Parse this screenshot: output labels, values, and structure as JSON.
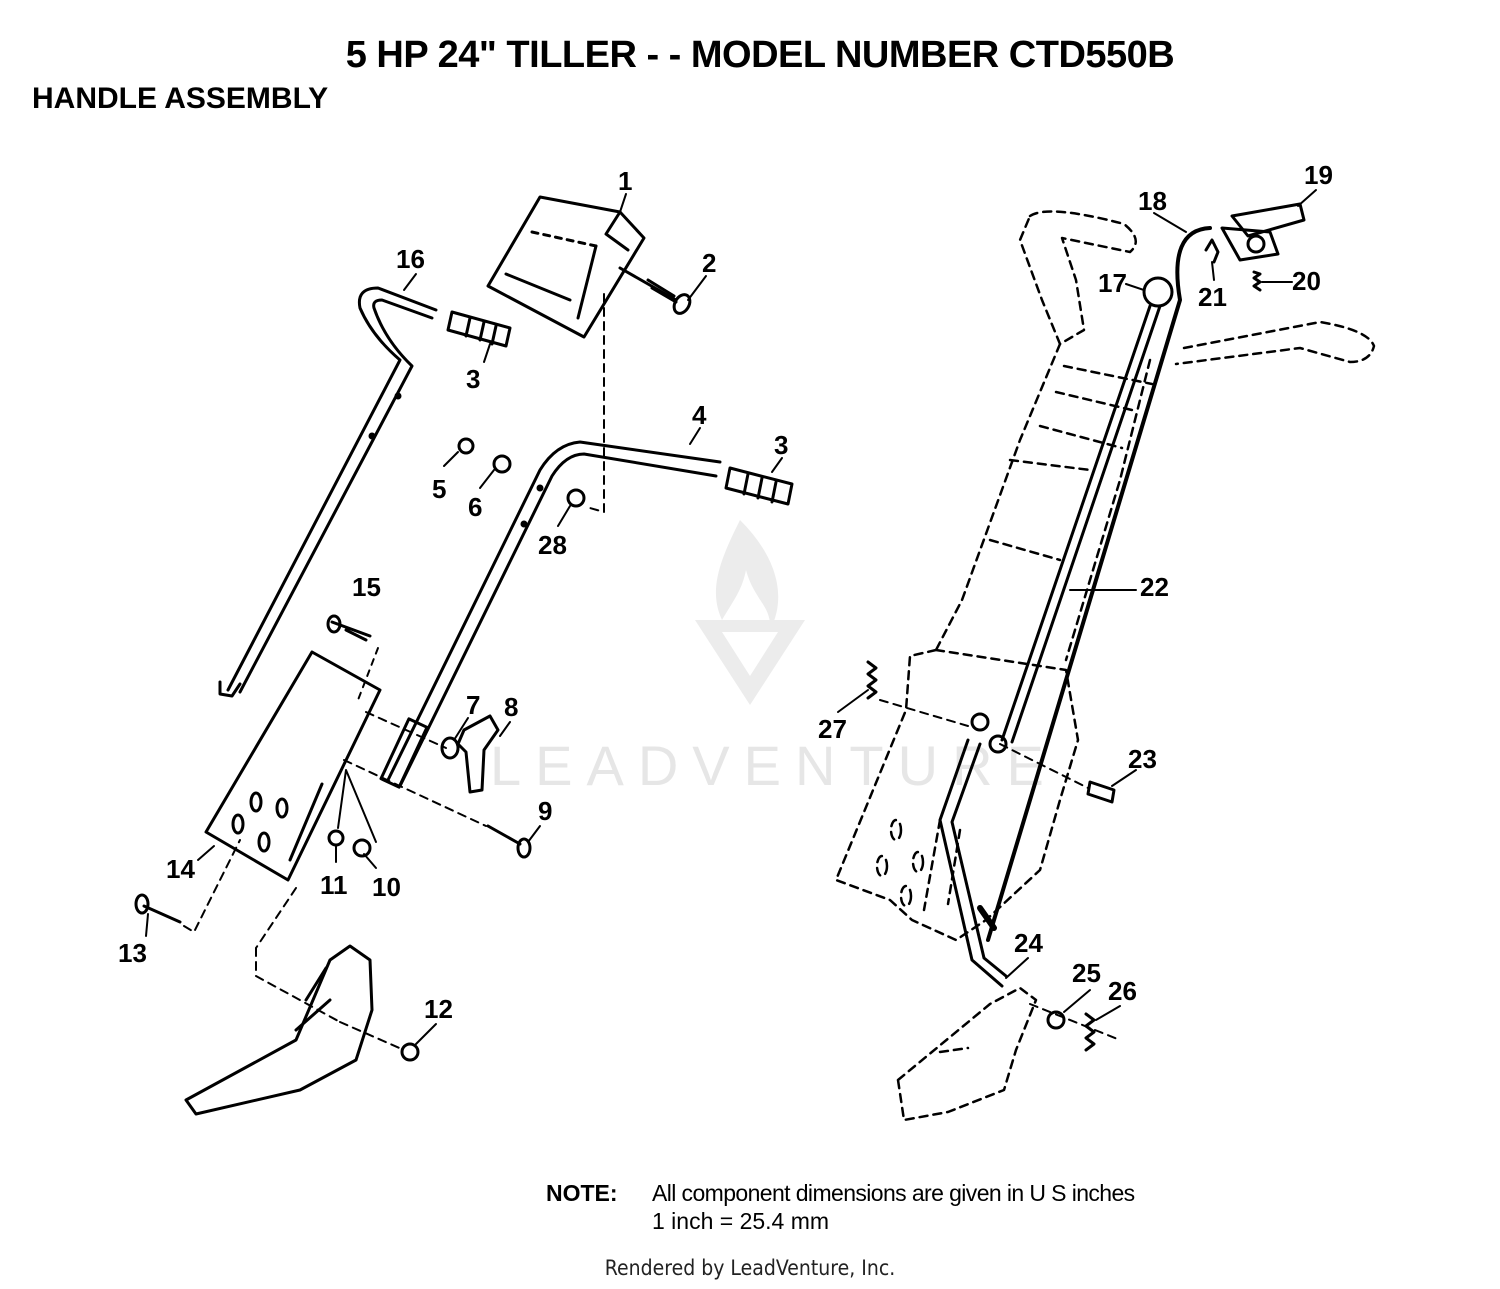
{
  "header": {
    "title": "5 HP 24\" TILLER - - MODEL NUMBER CTD550B",
    "subtitle": "HANDLE ASSEMBLY"
  },
  "callouts": {
    "c1": "1",
    "c2": "2",
    "c3a": "3",
    "c3b": "3",
    "c4": "4",
    "c5": "5",
    "c6": "6",
    "c7": "7",
    "c8": "8",
    "c9": "9",
    "c10": "10",
    "c11": "11",
    "c12": "12",
    "c13": "13",
    "c14": "14",
    "c15": "15",
    "c16": "16",
    "c17": "17",
    "c18": "18",
    "c19": "19",
    "c20": "20",
    "c21": "21",
    "c22": "22",
    "c23": "23",
    "c24": "24",
    "c25": "25",
    "c26": "26",
    "c27": "27",
    "c28": "28"
  },
  "note": {
    "label": "NOTE:",
    "line1": "All component dimensions are given in U S inches",
    "line2": "1 inch = 25.4 mm"
  },
  "watermark": {
    "text": "LEADVENTURE"
  },
  "footer": {
    "text": "Rendered by LeadVenture, Inc."
  }
}
